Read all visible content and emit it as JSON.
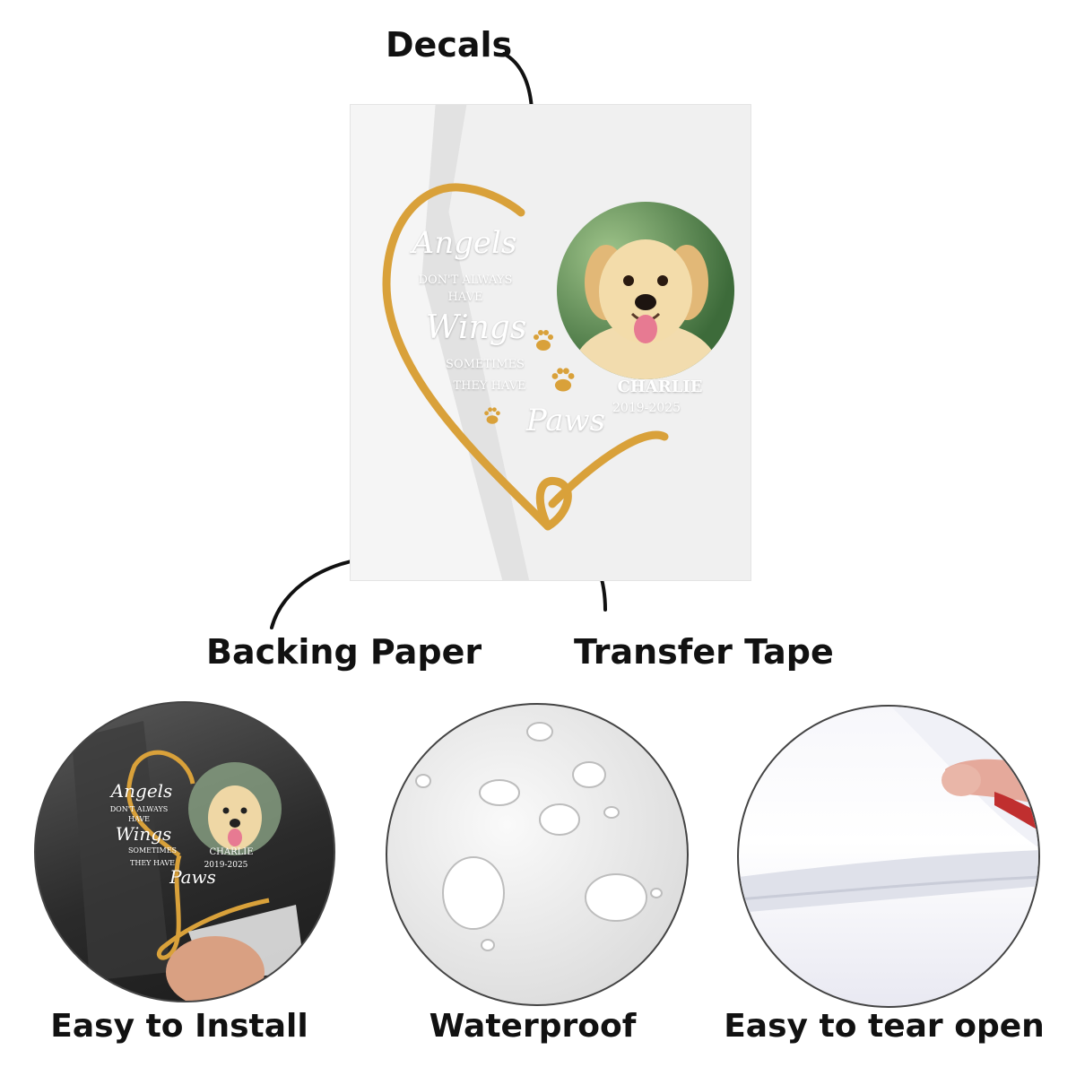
{
  "callouts": {
    "decals": "Decals",
    "backing_paper": "Backing Paper",
    "transfer_tape": "Transfer Tape"
  },
  "decal": {
    "line1": "Angels",
    "line2": "DON'T ALWAYS",
    "line3": "HAVE",
    "line4": "Wings",
    "line5": "SOMETIMES",
    "line6": "THEY HAVE",
    "line7": "Paws",
    "pet_name": "CHARLIE",
    "pet_years": "2019-2025"
  },
  "features": [
    {
      "label": "Easy to Install",
      "icon": "hand-applying-decal"
    },
    {
      "label": "Waterproof",
      "icon": "water-droplets"
    },
    {
      "label": "Easy to tear open",
      "icon": "peeling-sheet"
    }
  ],
  "thumb_decal": {
    "line1": "Angels",
    "line2": "DON'T ALWAYS",
    "line3": "HAVE",
    "line4": "Wings",
    "line5": "SOMETIMES",
    "line6": "THEY HAVE",
    "line7": "Paws",
    "pet_name": "CHARLIE",
    "pet_years": "2019-2025"
  },
  "colors": {
    "gold": "#d9a13a",
    "text_dark": "#111111",
    "sheet": "#f5f5f5"
  }
}
